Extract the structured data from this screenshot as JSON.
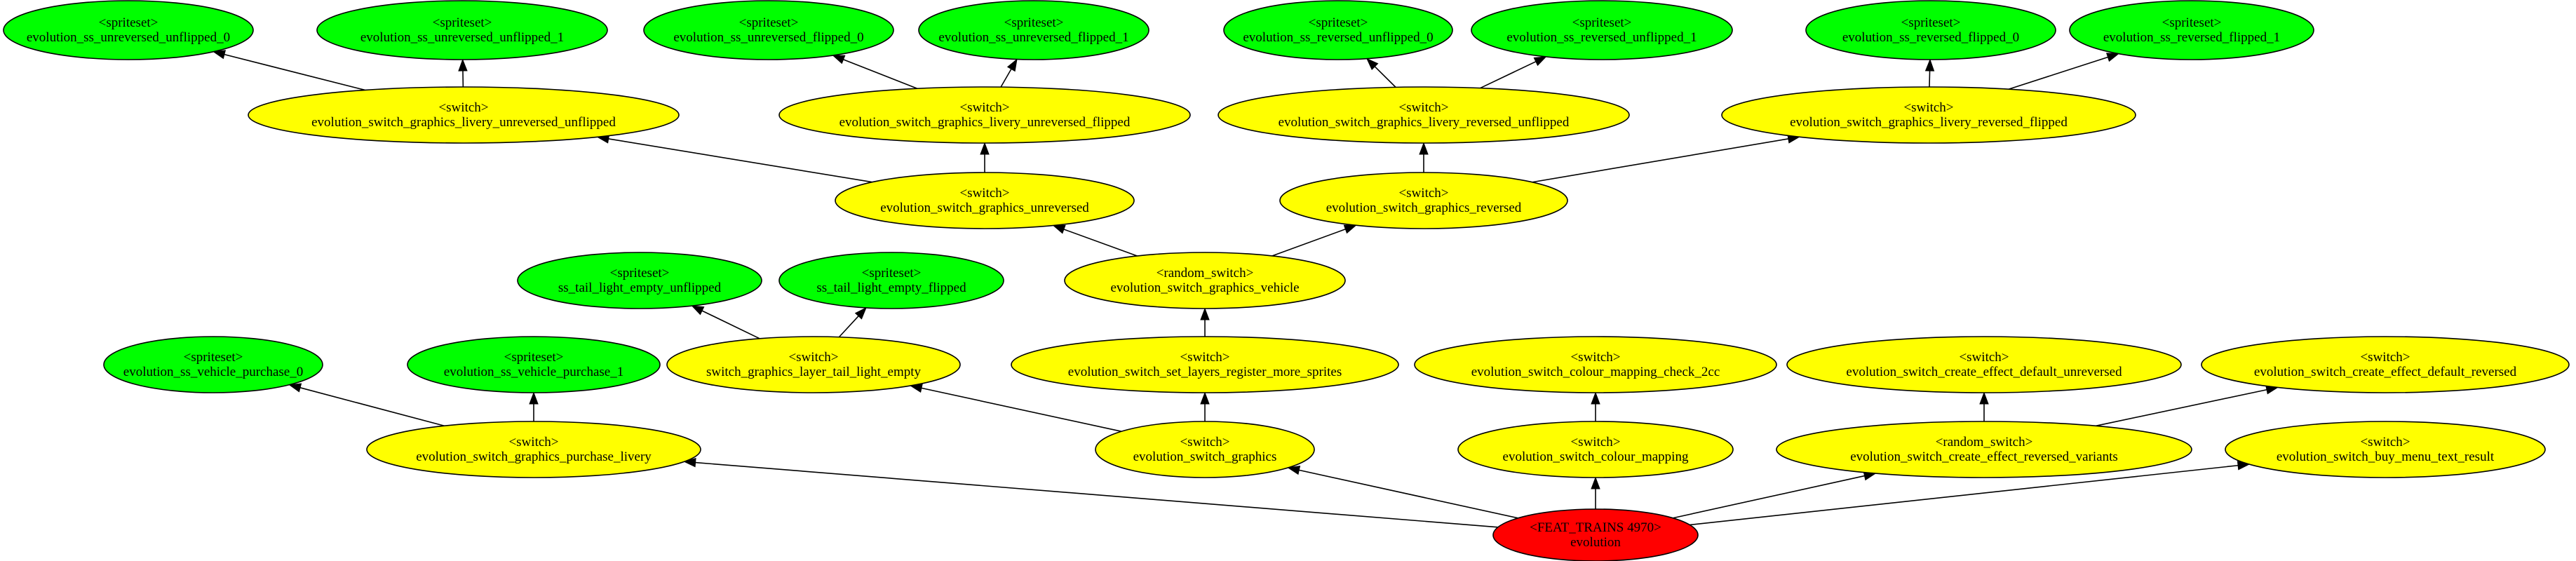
{
  "colors": {
    "spriteset": "#00ff00",
    "switch": "#ffff00",
    "root": "#ff0000",
    "stroke": "#000000"
  },
  "nodes": [
    {
      "id": "ss_uu0",
      "kind": "spriteset",
      "type_label": "<spriteset>",
      "name": "evolution_ss_unreversed_unflipped_0"
    },
    {
      "id": "ss_uu1",
      "kind": "spriteset",
      "type_label": "<spriteset>",
      "name": "evolution_ss_unreversed_unflipped_1"
    },
    {
      "id": "ss_uf0",
      "kind": "spriteset",
      "type_label": "<spriteset>",
      "name": "evolution_ss_unreversed_flipped_0"
    },
    {
      "id": "ss_uf1",
      "kind": "spriteset",
      "type_label": "<spriteset>",
      "name": "evolution_ss_unreversed_flipped_1"
    },
    {
      "id": "ss_ru0",
      "kind": "spriteset",
      "type_label": "<spriteset>",
      "name": "evolution_ss_reversed_unflipped_0"
    },
    {
      "id": "ss_ru1",
      "kind": "spriteset",
      "type_label": "<spriteset>",
      "name": "evolution_ss_reversed_unflipped_1"
    },
    {
      "id": "ss_rf0",
      "kind": "spriteset",
      "type_label": "<spriteset>",
      "name": "evolution_ss_reversed_flipped_0"
    },
    {
      "id": "ss_rf1",
      "kind": "spriteset",
      "type_label": "<spriteset>",
      "name": "evolution_ss_reversed_flipped_1"
    },
    {
      "id": "sw_luu",
      "kind": "switch",
      "type_label": "<switch>",
      "name": "evolution_switch_graphics_livery_unreversed_unflipped"
    },
    {
      "id": "sw_luf",
      "kind": "switch",
      "type_label": "<switch>",
      "name": "evolution_switch_graphics_livery_unreversed_flipped"
    },
    {
      "id": "sw_lru",
      "kind": "switch",
      "type_label": "<switch>",
      "name": "evolution_switch_graphics_livery_reversed_unflipped"
    },
    {
      "id": "sw_lrf",
      "kind": "switch",
      "type_label": "<switch>",
      "name": "evolution_switch_graphics_livery_reversed_flipped"
    },
    {
      "id": "sw_gu",
      "kind": "switch",
      "type_label": "<switch>",
      "name": "evolution_switch_graphics_unreversed"
    },
    {
      "id": "sw_gr",
      "kind": "switch",
      "type_label": "<switch>",
      "name": "evolution_switch_graphics_reversed"
    },
    {
      "id": "ss_tlu",
      "kind": "spriteset",
      "type_label": "<spriteset>",
      "name": "ss_tail_light_empty_unflipped"
    },
    {
      "id": "ss_tlf",
      "kind": "spriteset",
      "type_label": "<spriteset>",
      "name": "ss_tail_light_empty_flipped"
    },
    {
      "id": "rs_gv",
      "kind": "switch",
      "type_label": "<random_switch>",
      "name": "evolution_switch_graphics_vehicle"
    },
    {
      "id": "ss_vp0",
      "kind": "spriteset",
      "type_label": "<spriteset>",
      "name": "evolution_ss_vehicle_purchase_0"
    },
    {
      "id": "ss_vp1",
      "kind": "spriteset",
      "type_label": "<spriteset>",
      "name": "evolution_ss_vehicle_purchase_1"
    },
    {
      "id": "sw_tle",
      "kind": "switch",
      "type_label": "<switch>",
      "name": "switch_graphics_layer_tail_light_empty"
    },
    {
      "id": "sw_slr",
      "kind": "switch",
      "type_label": "<switch>",
      "name": "evolution_switch_set_layers_register_more_sprites"
    },
    {
      "id": "sw_cmc",
      "kind": "switch",
      "type_label": "<switch>",
      "name": "evolution_switch_colour_mapping_check_2cc"
    },
    {
      "id": "sw_cedu",
      "kind": "switch",
      "type_label": "<switch>",
      "name": "evolution_switch_create_effect_default_unreversed"
    },
    {
      "id": "sw_cedr",
      "kind": "switch",
      "type_label": "<switch>",
      "name": "evolution_switch_create_effect_default_reversed"
    },
    {
      "id": "sw_gpl",
      "kind": "switch",
      "type_label": "<switch>",
      "name": "evolution_switch_graphics_purchase_livery"
    },
    {
      "id": "sw_g",
      "kind": "switch",
      "type_label": "<switch>",
      "name": "evolution_switch_graphics"
    },
    {
      "id": "sw_cm",
      "kind": "switch",
      "type_label": "<switch>",
      "name": "evolution_switch_colour_mapping"
    },
    {
      "id": "rs_cerv",
      "kind": "switch",
      "type_label": "<random_switch>",
      "name": "evolution_switch_create_effect_reversed_variants"
    },
    {
      "id": "sw_bmt",
      "kind": "switch",
      "type_label": "<switch>",
      "name": "evolution_switch_buy_menu_text_result"
    },
    {
      "id": "root",
      "kind": "root",
      "type_label": "<FEAT_TRAINS 4970>",
      "name": "evolution"
    }
  ],
  "edges": [
    {
      "from": "sw_luu",
      "to": "ss_uu0"
    },
    {
      "from": "sw_luu",
      "to": "ss_uu1"
    },
    {
      "from": "sw_luf",
      "to": "ss_uf0"
    },
    {
      "from": "sw_luf",
      "to": "ss_uf1"
    },
    {
      "from": "sw_lru",
      "to": "ss_ru0"
    },
    {
      "from": "sw_lru",
      "to": "ss_ru1"
    },
    {
      "from": "sw_lrf",
      "to": "ss_rf0"
    },
    {
      "from": "sw_lrf",
      "to": "ss_rf1"
    },
    {
      "from": "sw_gu",
      "to": "sw_luu"
    },
    {
      "from": "sw_gu",
      "to": "sw_luf"
    },
    {
      "from": "sw_gr",
      "to": "sw_lru"
    },
    {
      "from": "sw_gr",
      "to": "sw_lrf"
    },
    {
      "from": "rs_gv",
      "to": "sw_gu"
    },
    {
      "from": "rs_gv",
      "to": "sw_gr"
    },
    {
      "from": "sw_tle",
      "to": "ss_tlu"
    },
    {
      "from": "sw_tle",
      "to": "ss_tlf"
    },
    {
      "from": "sw_slr",
      "to": "rs_gv"
    },
    {
      "from": "sw_gpl",
      "to": "ss_vp0"
    },
    {
      "from": "sw_gpl",
      "to": "ss_vp1"
    },
    {
      "from": "sw_g",
      "to": "sw_tle"
    },
    {
      "from": "sw_g",
      "to": "sw_slr"
    },
    {
      "from": "sw_cm",
      "to": "sw_cmc"
    },
    {
      "from": "rs_cerv",
      "to": "sw_cedu"
    },
    {
      "from": "rs_cerv",
      "to": "sw_cedr"
    },
    {
      "from": "root",
      "to": "sw_gpl"
    },
    {
      "from": "root",
      "to": "sw_g"
    },
    {
      "from": "root",
      "to": "sw_cm"
    },
    {
      "from": "root",
      "to": "rs_cerv"
    },
    {
      "from": "root",
      "to": "sw_bmt"
    }
  ]
}
